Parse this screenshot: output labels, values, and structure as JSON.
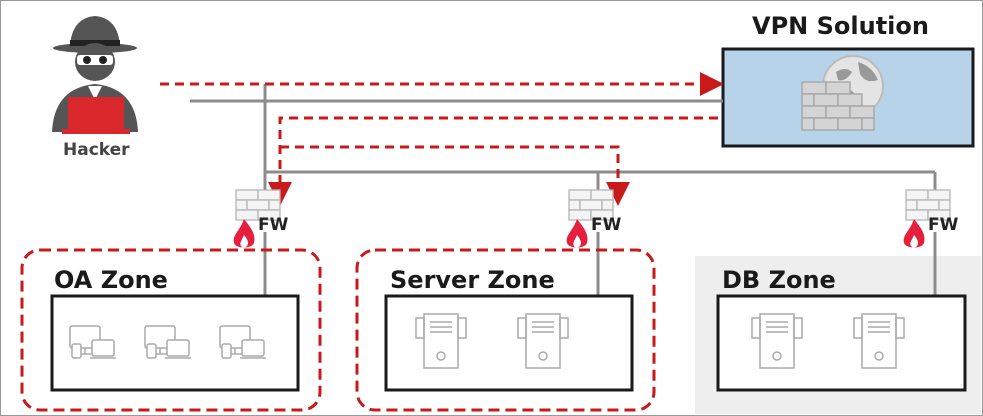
{
  "diagram": {
    "vpn": {
      "title": "VPN Solution"
    },
    "hacker": {
      "label": "Hacker"
    },
    "firewalls": [
      {
        "label": "FW"
      },
      {
        "label": "FW"
      },
      {
        "label": "FW"
      }
    ],
    "zones": [
      {
        "label": "OA Zone"
      },
      {
        "label": "Server Zone"
      },
      {
        "label": "DB Zone"
      }
    ],
    "colors": {
      "attack_path": "#c81a1a",
      "network_line": "#8c8c8c",
      "vpn_fill": "#b7d3ea",
      "db_zone_fill": "#eeeeee",
      "flame": "#e5203f"
    },
    "icons": [
      "hacker-icon",
      "globe-firewall-icon",
      "brick-firewall-icon",
      "flame-icon",
      "computer-icon",
      "server-icon"
    ]
  }
}
